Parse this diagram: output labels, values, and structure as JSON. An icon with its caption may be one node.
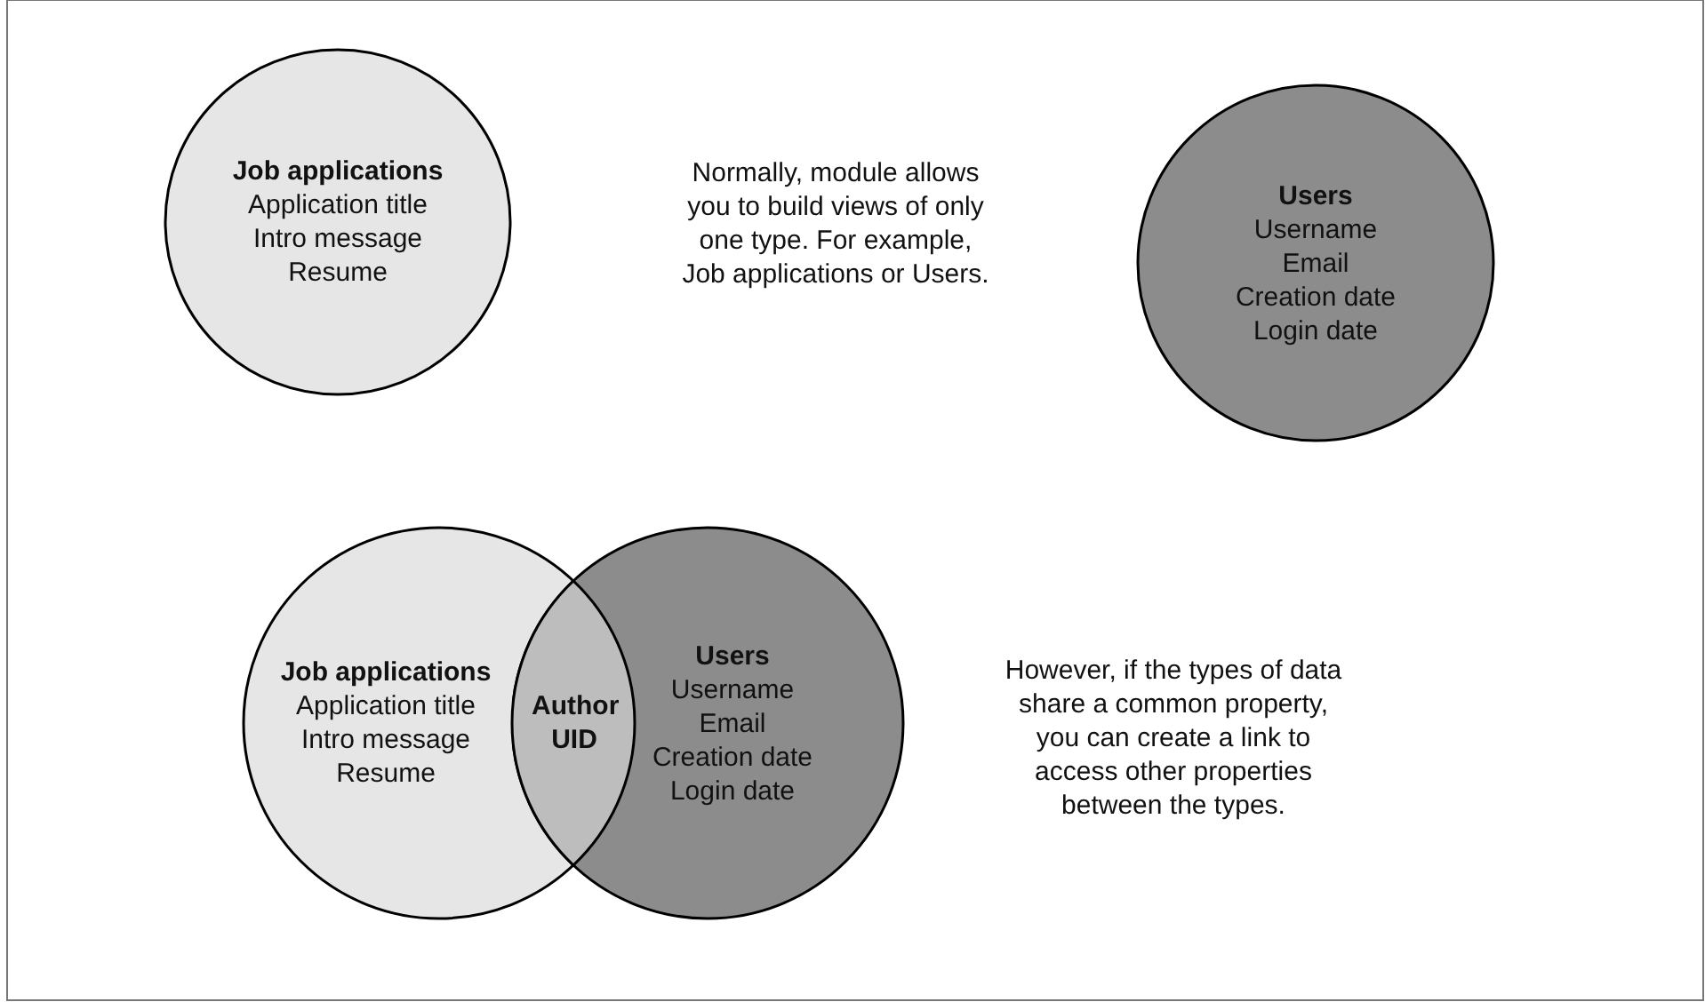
{
  "diagram": {
    "nodes": [
      {
        "text": [
          "Job applications",
          "Application title",
          "Intro message",
          "Resume"
        ]
      },
      {
        "text": [
          "Users",
          "Username",
          "Email",
          "Creation date",
          "Login date"
        ]
      },
      {
        "text": [
          "Job applications",
          "Application title",
          "Intro message",
          "Resume"
        ]
      },
      {
        "text": [
          "Author UID"
        ]
      },
      {
        "text": [
          "Users",
          "Username",
          "Email",
          "Creation date",
          "Login date"
        ]
      }
    ],
    "labels": [
      "Normally, module allows you to build views of only one type. For example, Job applications or Users.",
      "However, if the types of data share a common property, you can create a link to access other properties between the types."
    ]
  }
}
